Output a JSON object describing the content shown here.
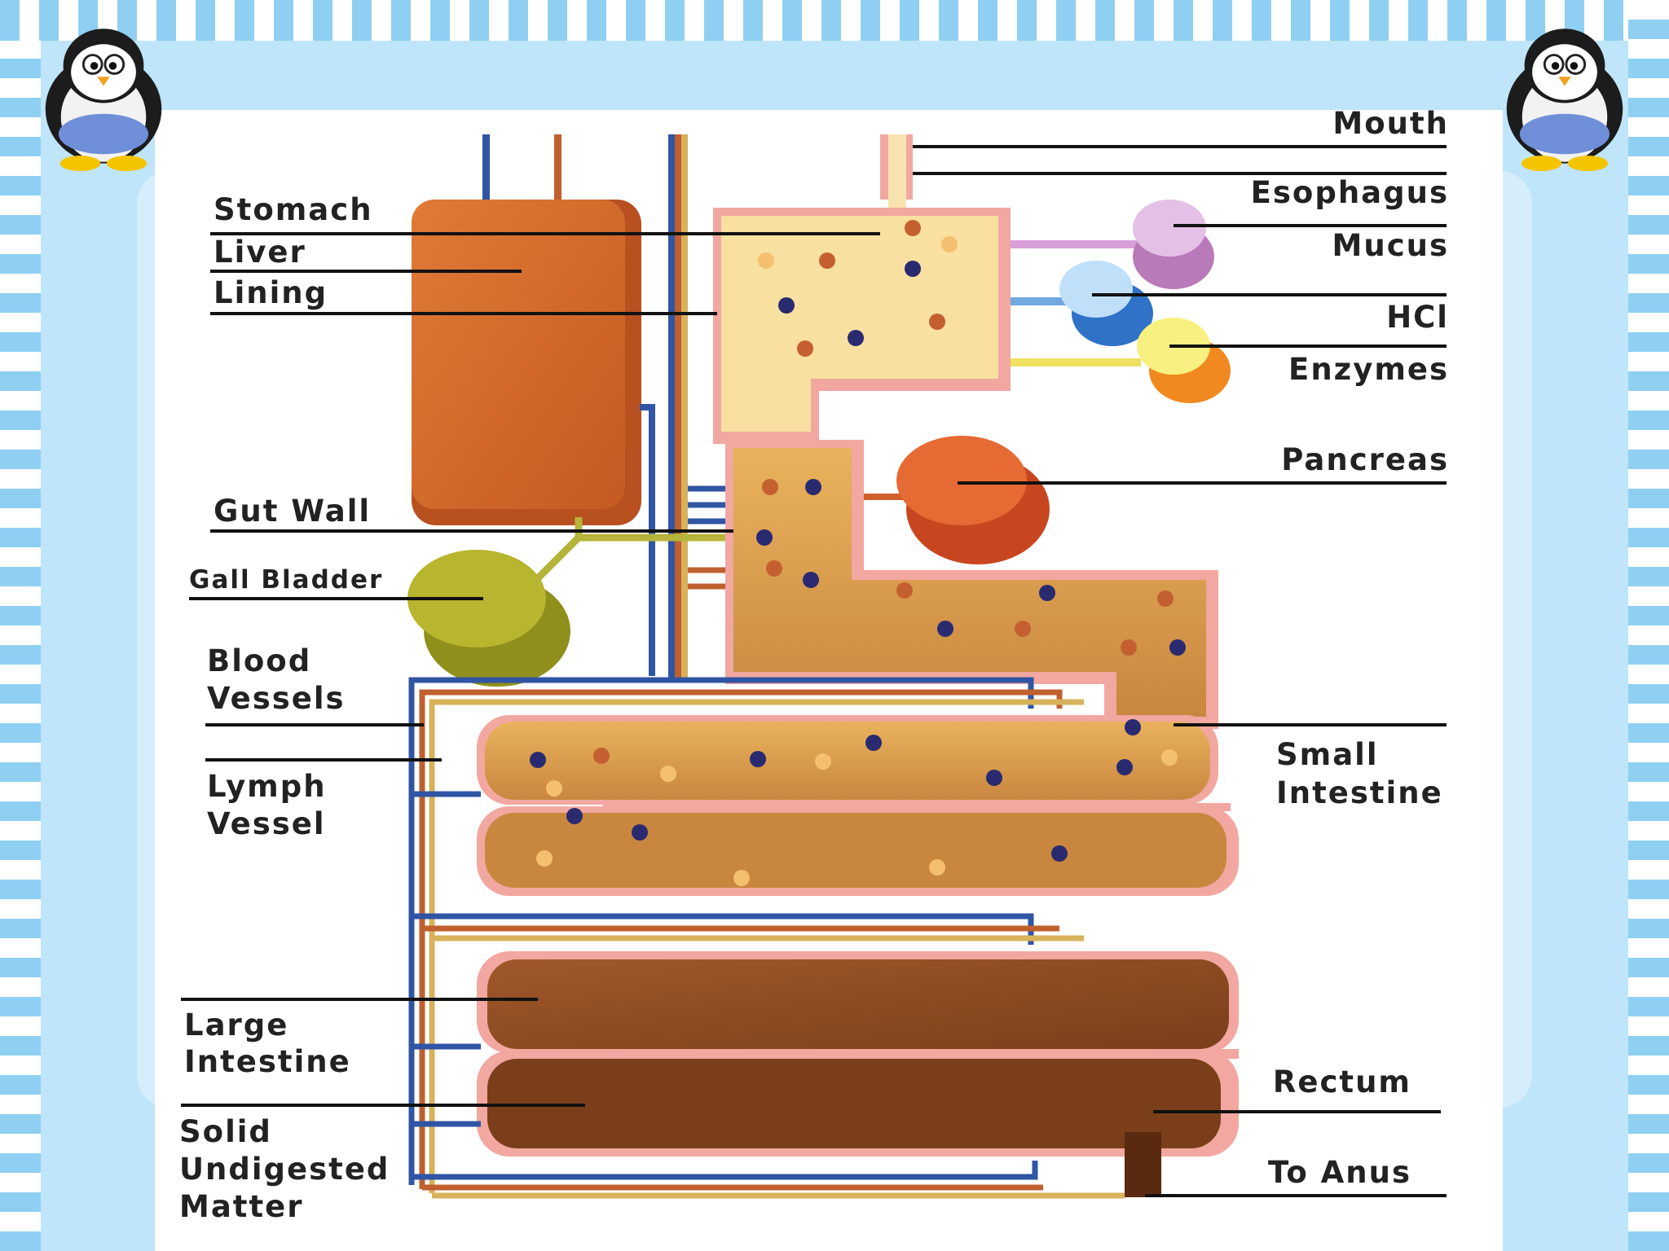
{
  "labels": {
    "mouth": "Mouth",
    "esophagus": "Esophagus",
    "mucus": "Mucus",
    "hcl": "HCl",
    "enzymes": "Enzymes",
    "pancreas": "Pancreas",
    "small_intestine_1": "Small",
    "small_intestine_2": "Intestine",
    "rectum": "Rectum",
    "to_anus": "To Anus",
    "stomach": "Stomach",
    "liver": "Liver",
    "lining": "Lining",
    "gut_wall": "Gut Wall",
    "gall_bladder": "Gall Bladder",
    "blood_vessels_1": "Blood",
    "blood_vessels_2": "Vessels",
    "lymph_vessel_1": "Lymph",
    "lymph_vessel_2": "Vessel",
    "large_intestine_1": "Large",
    "large_intestine_2": "Intestine",
    "solid_1": "Solid",
    "solid_2": "Undigested",
    "solid_3": "Matter"
  },
  "colors": {
    "stripe_blue": "#8fd0f2",
    "liver": "#d2692e",
    "stomach": "#f8e0a0",
    "intestine": "#d8954a",
    "large_intestine": "#8f4e25",
    "gut_wall_pink": "#f2a7a0",
    "blood_vessel": "#2f55a4",
    "lymph_vessel": "#d8b25a"
  },
  "icons": [
    "penguin-mascot-left",
    "penguin-mascot-right"
  ]
}
